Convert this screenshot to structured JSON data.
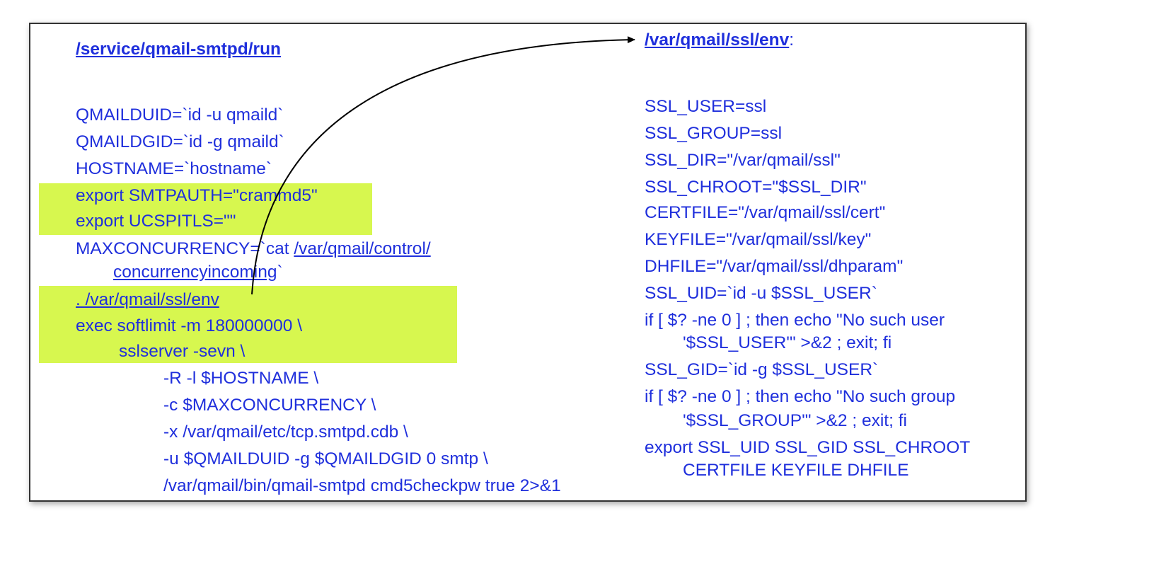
{
  "left_panel": {
    "title": "/service/qmail-smtpd/run",
    "lines": {
      "l1": "QMAILDUID=`id -u qmaild`",
      "l2": "QMAILDGID=`id -g qmaild`",
      "l3": "HOSTNAME=`hostname`",
      "l4": "export SMTPAUTH=\"crammd5\"",
      "l5": "export UCSPITLS=\"\"",
      "l6a": "MAXCONCURRENCY=`cat ",
      "l6b": "/var/qmail/control/",
      "l7a": "concurrencyincoming",
      "l7b": "`",
      "l8": ". /var/qmail/ssl/env",
      "l9": "exec softlimit -m 180000000 \\",
      "l10": "sslserver -sevn \\",
      "l11": "-R -l $HOSTNAME \\",
      "l12": "-c $MAXCONCURRENCY \\",
      "l13": "-x /var/qmail/etc/tcp.smtpd.cdb \\",
      "l14": "-u $QMAILDUID -g $QMAILDGID 0 smtp \\",
      "l15": "/var/qmail/bin/qmail-smtpd cmd5checkpw true 2>&1"
    }
  },
  "right_panel": {
    "title": "/var/qmail/ssl/env",
    "title_suffix": ":",
    "lines": {
      "r1": "SSL_USER=ssl",
      "r2": "SSL_GROUP=ssl",
      "r3": "SSL_DIR=\"/var/qmail/ssl\"",
      "r4": "SSL_CHROOT=\"$SSL_DIR\"",
      "r5": "CERTFILE=\"/var/qmail/ssl/cert\"",
      "r6": "KEYFILE=\"/var/qmail/ssl/key\"",
      "r7": "DHFILE=\"/var/qmail/ssl/dhparam\"",
      "r8": "SSL_UID=`id -u $SSL_USER`",
      "r9": "if [ $? -ne 0 ] ; then echo \"No such user",
      "r10": "'$SSL_USER'\" >&2 ; exit; fi",
      "r11": "SSL_GID=`id -g $SSL_USER`",
      "r12": "if [ $? -ne 0 ] ; then echo \"No such group",
      "r13": "'$SSL_GROUP'\" >&2 ; exit; fi",
      "r14": "export SSL_UID SSL_GID SSL_CHROOT",
      "r15": "CERTFILE KEYFILE DHFILE"
    }
  },
  "colors": {
    "text": "#1f2fdc",
    "highlight": "#d7f74f",
    "border": "#333333"
  }
}
